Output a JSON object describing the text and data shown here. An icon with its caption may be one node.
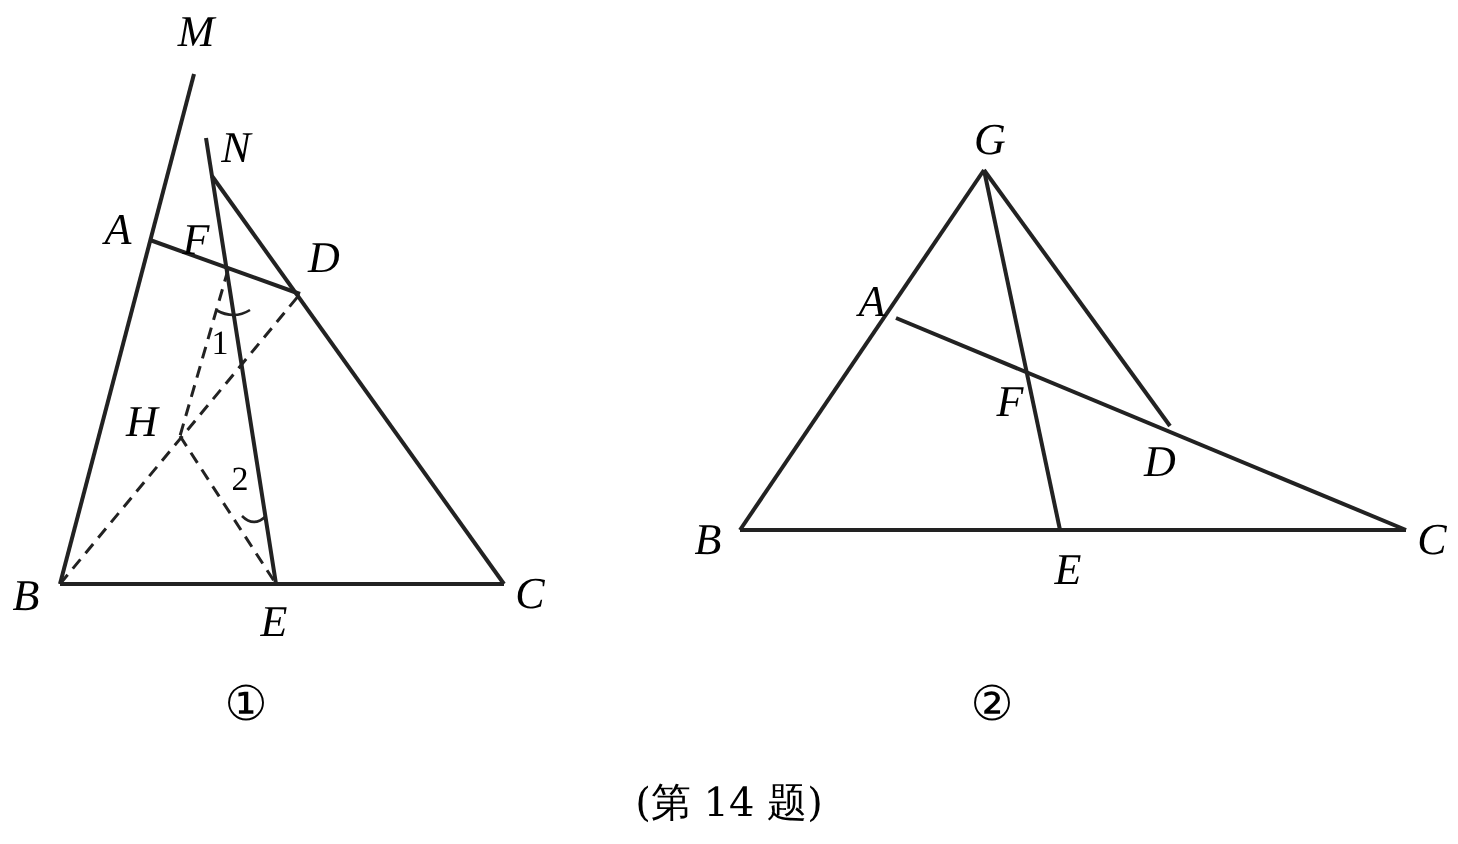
{
  "diagram": {
    "caption": "(第 14 题)",
    "labels": [
      "M",
      "N",
      "A",
      "F",
      "D",
      "1",
      "H",
      "2",
      "B",
      "E",
      "C",
      "①",
      "G",
      "A",
      "F",
      "D",
      "B",
      "E",
      "C",
      "②"
    ]
  }
}
